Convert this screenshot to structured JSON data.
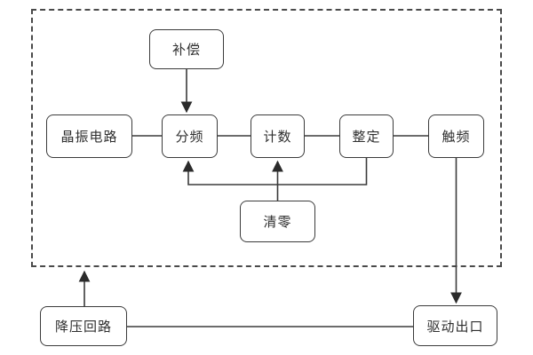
{
  "diagram": {
    "title": "timer-control-circuit-block-diagram",
    "nodes": {
      "compensation": "补偿",
      "crystal_circuit": "晶振电路",
      "frequency_divider": "分频",
      "counter": "计数",
      "setting": "整定",
      "trigger_frequency": "触频",
      "clear": "清零",
      "stepdown_circuit": "降压回路",
      "drive_outlet": "驱动出口"
    },
    "edges": [
      {
        "from": "compensation",
        "to": "frequency_divider",
        "arrow": true
      },
      {
        "from": "crystal_circuit",
        "to": "frequency_divider",
        "arrow": false
      },
      {
        "from": "frequency_divider",
        "to": "counter",
        "arrow": false
      },
      {
        "from": "counter",
        "to": "setting",
        "arrow": false
      },
      {
        "from": "setting",
        "to": "trigger_frequency",
        "arrow": false
      },
      {
        "from": "setting",
        "to": "frequency_divider",
        "arrow": true,
        "route": "down-left-up"
      },
      {
        "from": "clear",
        "to": "counter",
        "arrow": true
      },
      {
        "from": "stepdown_circuit",
        "to": "boundary",
        "arrow": true
      },
      {
        "from": "trigger_frequency",
        "to": "drive_outlet",
        "arrow": true
      },
      {
        "from": "stepdown_circuit",
        "to": "drive_outlet",
        "arrow": false
      }
    ],
    "colors": {
      "background": "#ffffff",
      "box_fill": "#ffffff",
      "box_border": "#3b3b3b",
      "line": "#3b3b3b",
      "boundary_dash": "#4a4a4a",
      "text": "#2f2f2f"
    }
  }
}
